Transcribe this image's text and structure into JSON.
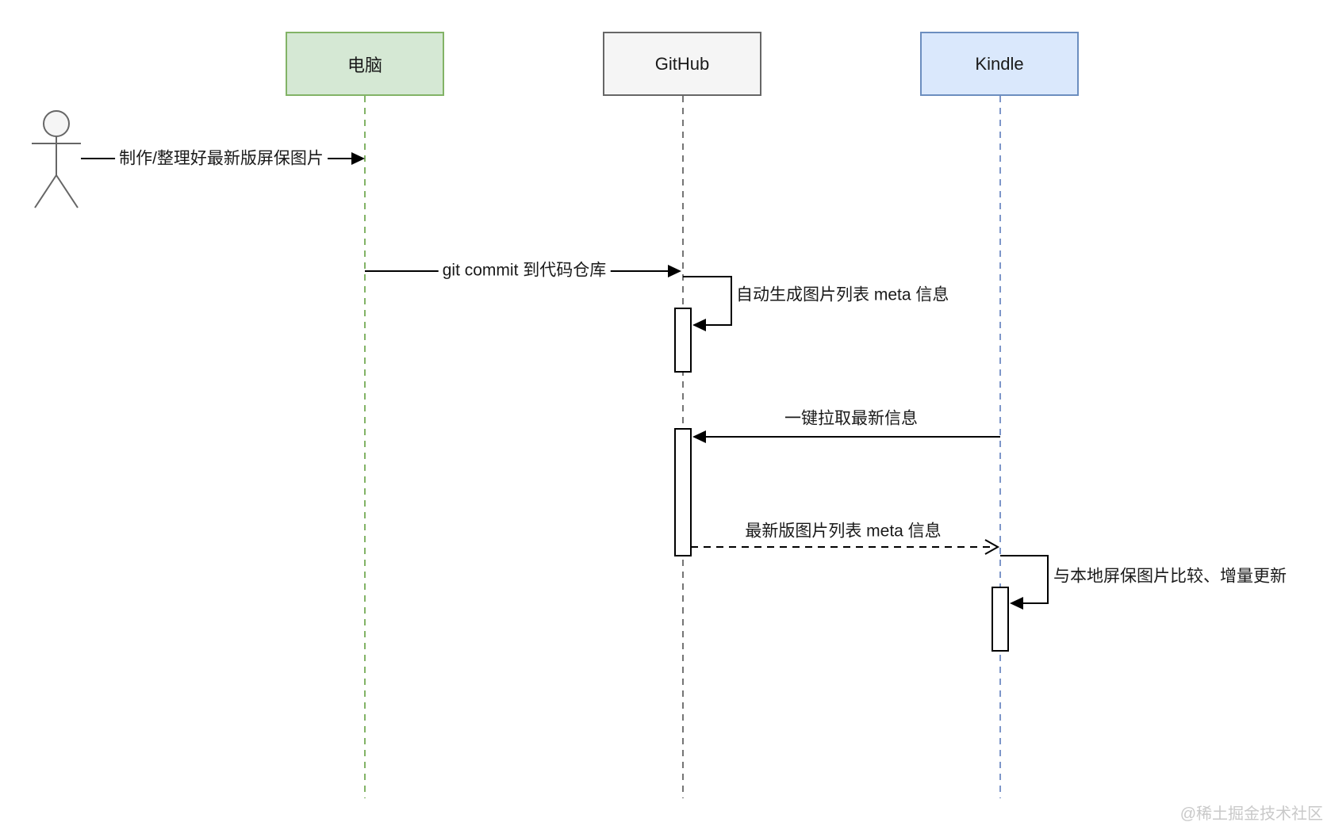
{
  "diagram": {
    "type": "sequence-diagram",
    "participants": [
      {
        "id": "computer",
        "label": "电脑",
        "fill": "#d5e8d4",
        "border": "#82b366"
      },
      {
        "id": "github",
        "label": "GitHub",
        "fill": "#f5f5f5",
        "border": "#666666"
      },
      {
        "id": "kindle",
        "label": "Kindle",
        "fill": "#dae8fc",
        "border": "#6c8ebf"
      }
    ],
    "actor": {
      "id": "user",
      "shape": "stick-figure"
    },
    "messages": [
      {
        "n": 1,
        "from": "user",
        "to": "computer",
        "style": "solid",
        "label": "制作/整理好最新版屏保图片"
      },
      {
        "n": 2,
        "from": "computer",
        "to": "github",
        "style": "solid",
        "label": "git commit 到代码仓库"
      },
      {
        "n": 3,
        "from": "github",
        "to": "github",
        "style": "self",
        "label": "自动生成图片列表 meta 信息"
      },
      {
        "n": 4,
        "from": "kindle",
        "to": "github",
        "style": "solid",
        "label": "一键拉取最新信息"
      },
      {
        "n": 5,
        "from": "github",
        "to": "kindle",
        "style": "dashed",
        "label": "最新版图片列表 meta 信息"
      },
      {
        "n": 6,
        "from": "kindle",
        "to": "kindle",
        "style": "self",
        "label": "与本地屏保图片比较、增量更新"
      }
    ],
    "line_color": "#000000",
    "actor_color": "#666666",
    "watermark": "@稀土掘金技术社区"
  }
}
